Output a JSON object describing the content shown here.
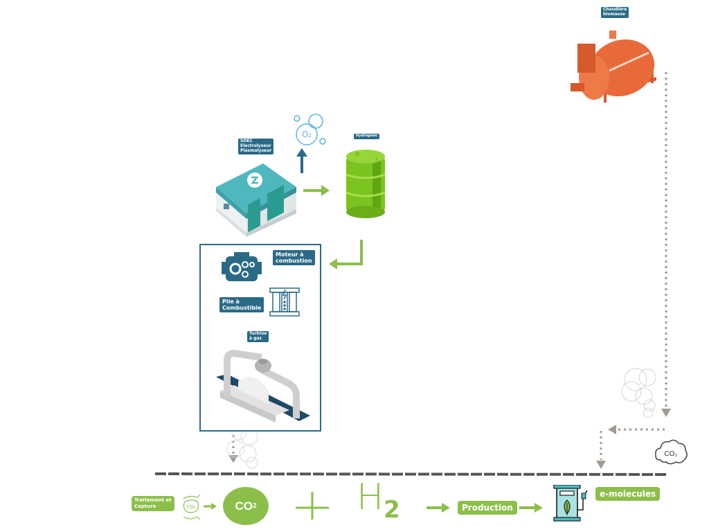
{
  "diagram": {
    "title": "",
    "colors": {
      "accent_green": "#8cbf4a",
      "label_blue": "#2a6a86",
      "flow_grey": "#a39a93",
      "boiler_orange": "#e86a3a",
      "baseline_dark": "#555555"
    },
    "labels": {
      "boiler": [
        "Chaudière",
        "biomasse"
      ],
      "electrolyser": [
        "SOEC",
        "Electrolyseur",
        "Plasmalyseur"
      ],
      "hydrogen": "Hydrogène",
      "engine": [
        "Moteur à",
        "combustion"
      ],
      "fuel_cell": [
        "Pile à",
        "Combustible"
      ],
      "gas_turbine": [
        "Turbine",
        "à gaz"
      ],
      "capture": [
        "Traitement et",
        "Capture"
      ],
      "co2_main": "CO",
      "co2_sub": "2",
      "h2_main": "H",
      "h2_sub": "2",
      "production": "Production",
      "e_molecules": "e-molecules",
      "co2_cloud": "CO₂",
      "o2_bubble": "O₂"
    },
    "icons": [
      "boiler-icon",
      "electrolyser-icon",
      "oxygen-bubble-icon",
      "hydrogen-barrel-icon",
      "engine-icon",
      "fuel-cell-icon",
      "gas-turbine-icon",
      "smoke-cloud-icon",
      "co2-capture-icon",
      "plus-icon",
      "fuel-pump-leaf-icon",
      "co2-cloud-icon"
    ]
  }
}
